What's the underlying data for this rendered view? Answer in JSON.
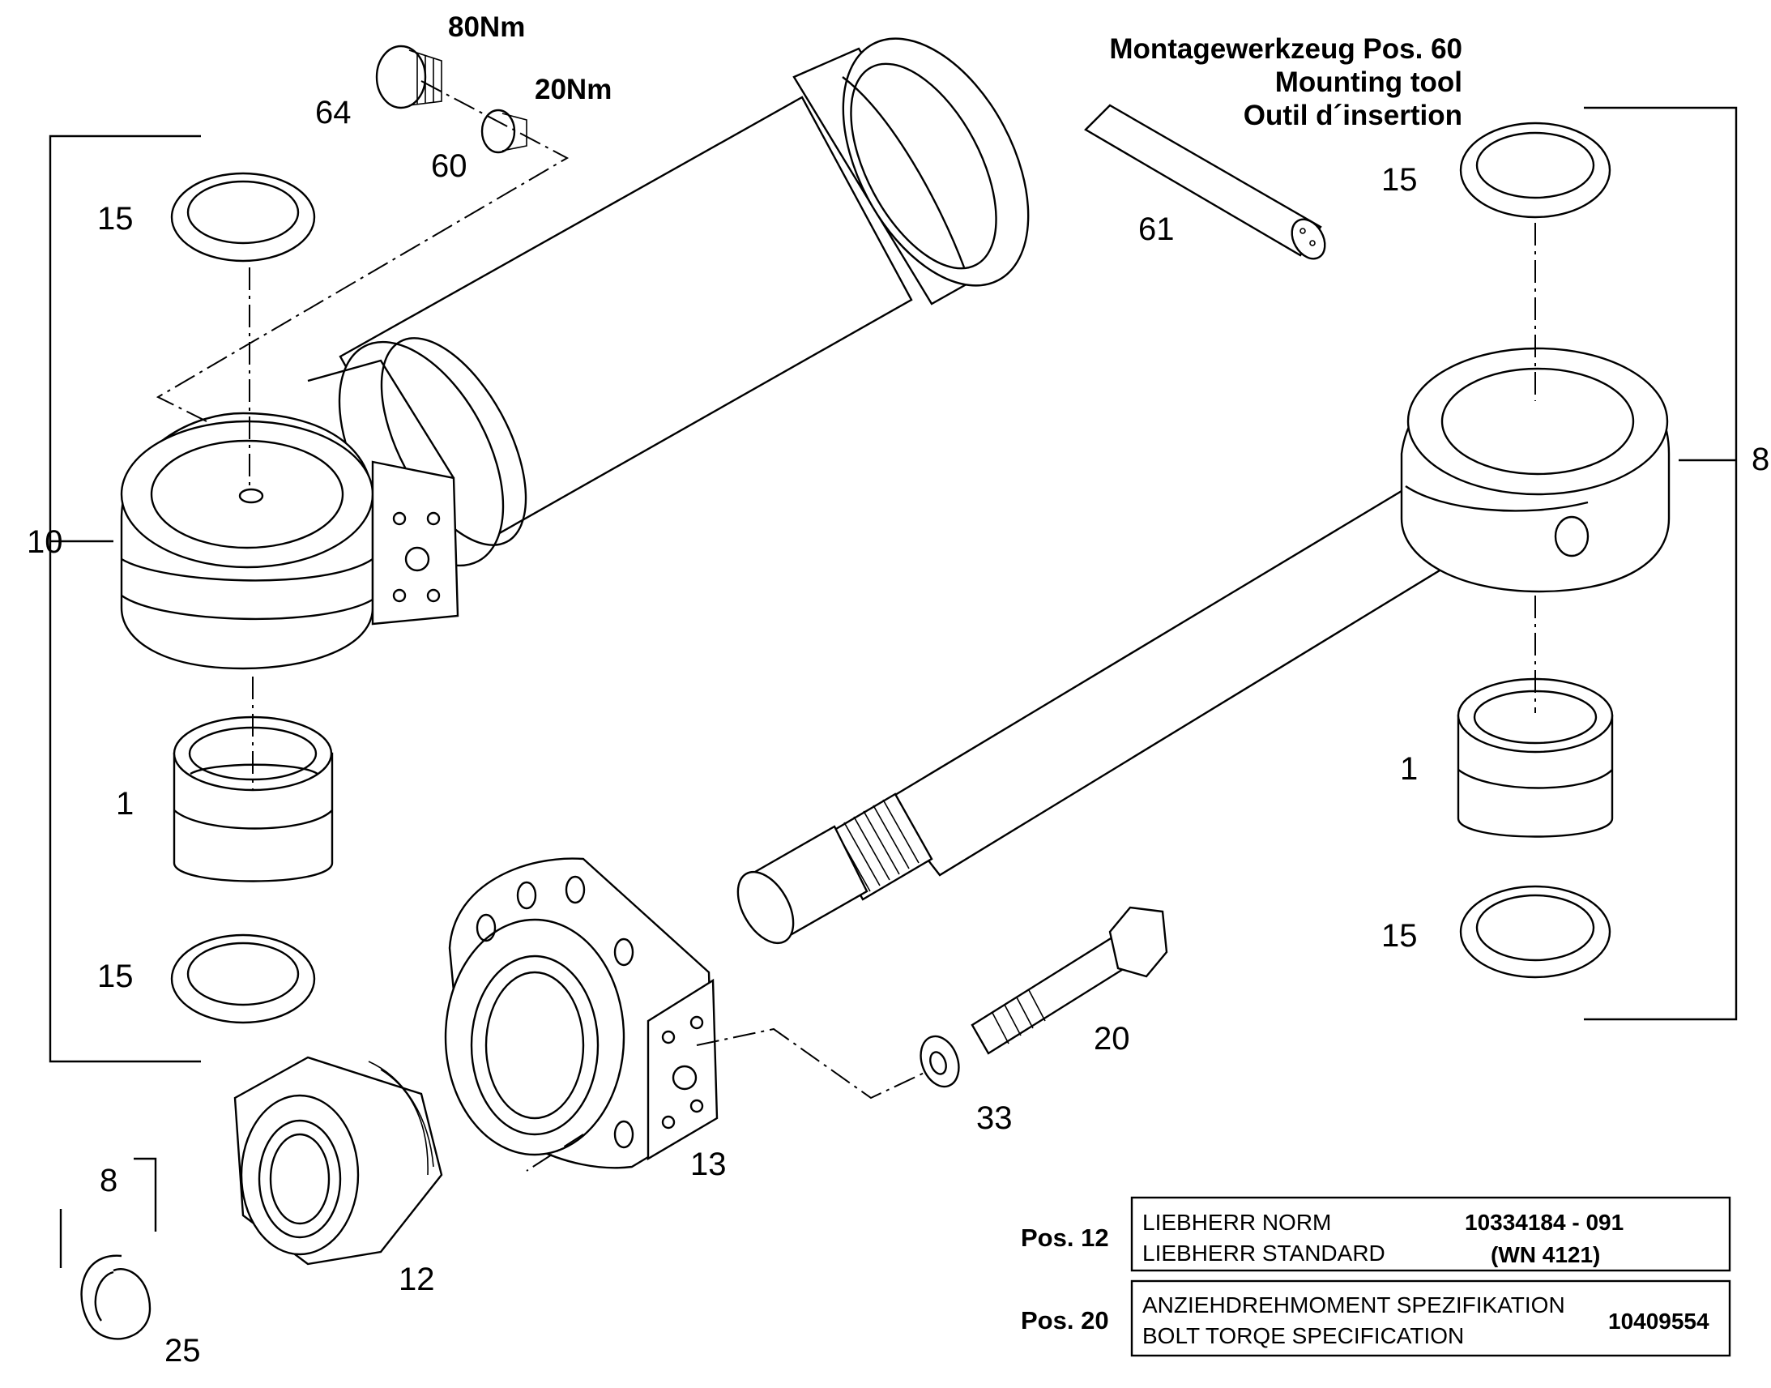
{
  "part_labels": {
    "p64": "64",
    "p60": "60",
    "t80": "80Nm",
    "t20": "20Nm",
    "p15_tl": "15",
    "p10": "10",
    "p1_l": "1",
    "p15_bl": "15",
    "p8_bl": "8",
    "p25": "25",
    "p12": "12",
    "p13": "13",
    "p33": "33",
    "p20": "20",
    "p61": "61",
    "p15_tr": "15",
    "p8_r": "8",
    "p1_r": "1",
    "p15_br": "15"
  },
  "tool_note": {
    "de": "Montagewerkzeug  Pos. 60",
    "en": "Mounting tool",
    "fr": "Outil d´insertion"
  },
  "spec_table": {
    "pos12": {
      "label": "Pos. 12",
      "line1_text": "LIEBHERR NORM",
      "line1_value": "10334184 - 091",
      "line2_text": "LIEBHERR STANDARD",
      "line2_value": "(WN 4121)"
    },
    "pos20": {
      "label": "Pos. 20",
      "line1_text": "ANZIEHDREHMOMENT SPEZIFIKATION",
      "line2_text": "BOLT TORQE SPECIFICATION",
      "value": "10409554"
    }
  }
}
